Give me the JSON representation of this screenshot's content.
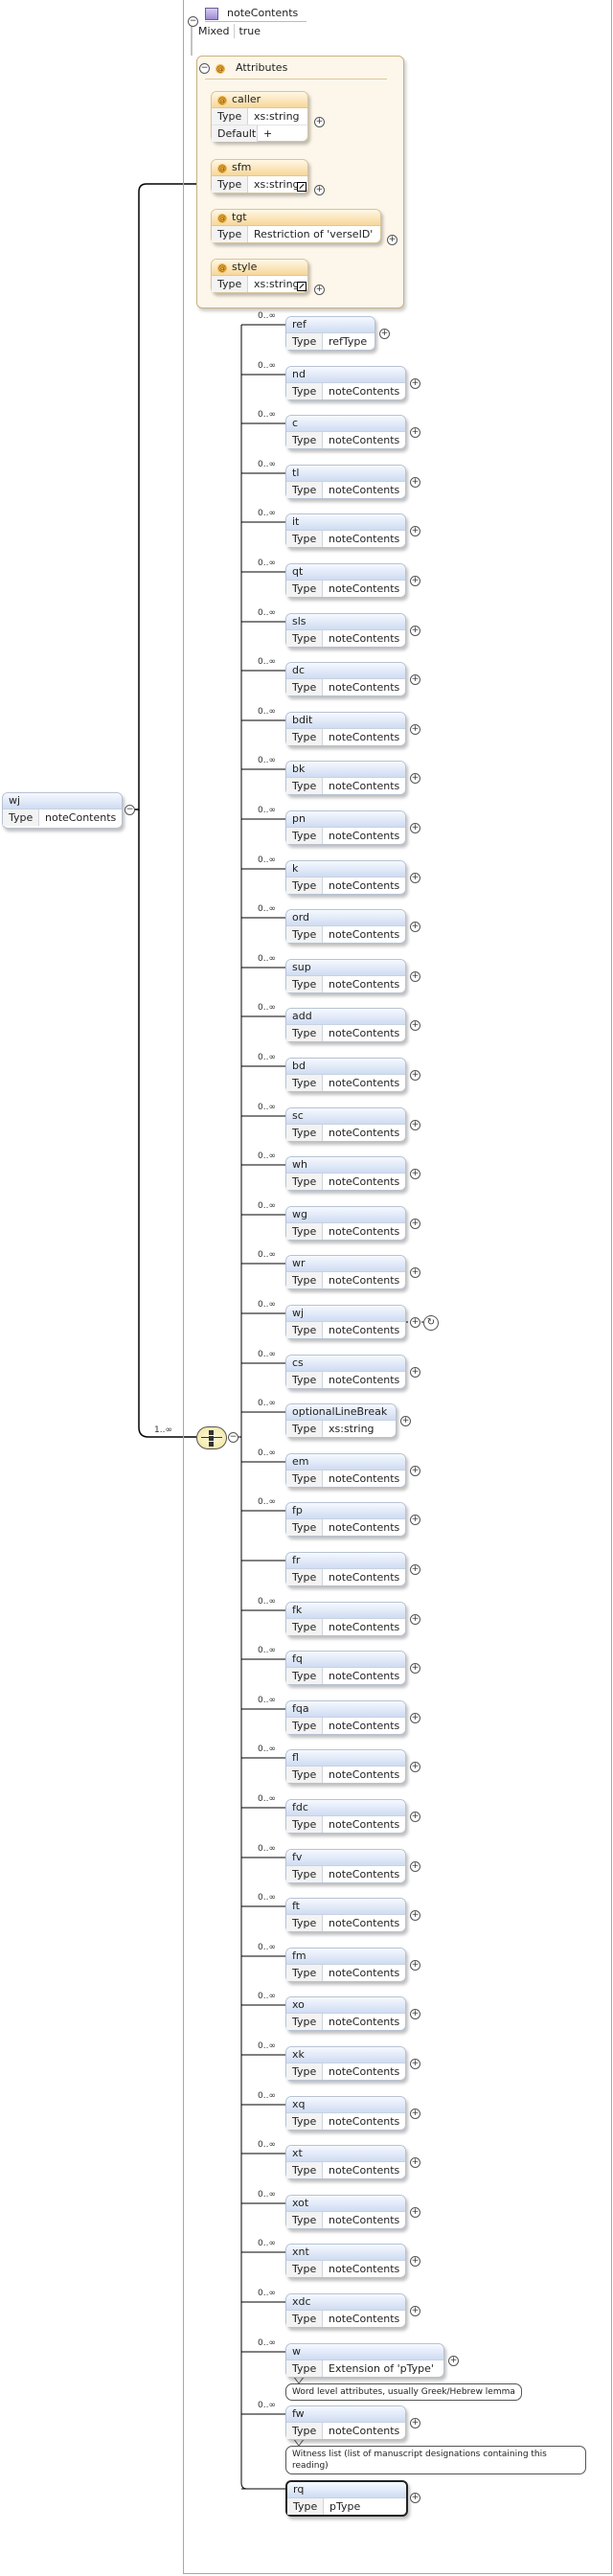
{
  "root": {
    "name": "wj",
    "type_label": "Type",
    "type_value": "noteContents"
  },
  "complex_type": {
    "name": "noteContents",
    "mixed_label": "Mixed",
    "mixed_value": "true"
  },
  "attributes_title": "Attributes",
  "attributes": [
    {
      "name": "caller",
      "rows": [
        [
          "Type",
          "xs:string"
        ],
        [
          "Default",
          "+"
        ]
      ]
    },
    {
      "name": "sfm",
      "rows": [
        [
          "Type",
          "xs:string"
        ]
      ]
    },
    {
      "name": "tgt",
      "rows": [
        [
          "Type",
          "Restriction of 'verseID'"
        ]
      ]
    },
    {
      "name": "style",
      "rows": [
        [
          "Type",
          "xs:string"
        ]
      ]
    }
  ],
  "sequence_cardinality": "1..∞",
  "type_label": "Type",
  "elements": [
    {
      "name": "ref",
      "type": "refType",
      "card": "0..∞"
    },
    {
      "name": "nd",
      "type": "noteContents",
      "card": "0..∞"
    },
    {
      "name": "c",
      "type": "noteContents",
      "card": "0..∞"
    },
    {
      "name": "tl",
      "type": "noteContents",
      "card": "0..∞"
    },
    {
      "name": "it",
      "type": "noteContents",
      "card": "0..∞"
    },
    {
      "name": "qt",
      "type": "noteContents",
      "card": "0..∞"
    },
    {
      "name": "sls",
      "type": "noteContents",
      "card": "0..∞"
    },
    {
      "name": "dc",
      "type": "noteContents",
      "card": "0..∞"
    },
    {
      "name": "bdit",
      "type": "noteContents",
      "card": "0..∞"
    },
    {
      "name": "bk",
      "type": "noteContents",
      "card": "0..∞"
    },
    {
      "name": "pn",
      "type": "noteContents",
      "card": "0..∞"
    },
    {
      "name": "k",
      "type": "noteContents",
      "card": "0..∞"
    },
    {
      "name": "ord",
      "type": "noteContents",
      "card": "0..∞"
    },
    {
      "name": "sup",
      "type": "noteContents",
      "card": "0..∞"
    },
    {
      "name": "add",
      "type": "noteContents",
      "card": "0..∞"
    },
    {
      "name": "bd",
      "type": "noteContents",
      "card": "0..∞"
    },
    {
      "name": "sc",
      "type": "noteContents",
      "card": "0..∞"
    },
    {
      "name": "wh",
      "type": "noteContents",
      "card": "0..∞"
    },
    {
      "name": "wg",
      "type": "noteContents",
      "card": "0..∞"
    },
    {
      "name": "wr",
      "type": "noteContents",
      "card": "0..∞"
    },
    {
      "name": "wj",
      "type": "noteContents",
      "card": "0..∞",
      "recursive": true
    },
    {
      "name": "cs",
      "type": "noteContents",
      "card": "0..∞"
    },
    {
      "name": "optionalLineBreak",
      "type": "xs:string",
      "card": "0..∞"
    },
    {
      "name": "em",
      "type": "noteContents",
      "card": "0..∞"
    },
    {
      "name": "fp",
      "type": "noteContents",
      "card": "0..∞"
    },
    {
      "name": "fr",
      "type": "noteContents",
      "card": ""
    },
    {
      "name": "fk",
      "type": "noteContents",
      "card": "0..∞"
    },
    {
      "name": "fq",
      "type": "noteContents",
      "card": "0..∞"
    },
    {
      "name": "fqa",
      "type": "noteContents",
      "card": "0..∞"
    },
    {
      "name": "fl",
      "type": "noteContents",
      "card": "0..∞"
    },
    {
      "name": "fdc",
      "type": "noteContents",
      "card": "0..∞"
    },
    {
      "name": "fv",
      "type": "noteContents",
      "card": "0..∞"
    },
    {
      "name": "ft",
      "type": "noteContents",
      "card": "0..∞"
    },
    {
      "name": "fm",
      "type": "noteContents",
      "card": "0..∞"
    },
    {
      "name": "xo",
      "type": "noteContents",
      "card": "0..∞"
    },
    {
      "name": "xk",
      "type": "noteContents",
      "card": "0..∞"
    },
    {
      "name": "xq",
      "type": "noteContents",
      "card": "0..∞"
    },
    {
      "name": "xt",
      "type": "noteContents",
      "card": "0..∞"
    },
    {
      "name": "xot",
      "type": "noteContents",
      "card": "0..∞"
    },
    {
      "name": "xnt",
      "type": "noteContents",
      "card": "0..∞"
    },
    {
      "name": "xdc",
      "type": "noteContents",
      "card": "0..∞"
    },
    {
      "name": "w",
      "type": "Extension of 'pType'",
      "card": "0..∞",
      "note": "Word level attributes, usually Greek/Hebrew lemma"
    },
    {
      "name": "fw",
      "type": "noteContents",
      "card": "0..∞",
      "note": "Witness list (list of manuscript designations containing this reading)"
    },
    {
      "name": "rq",
      "type": "pType",
      "card": "",
      "bold": true
    }
  ]
}
